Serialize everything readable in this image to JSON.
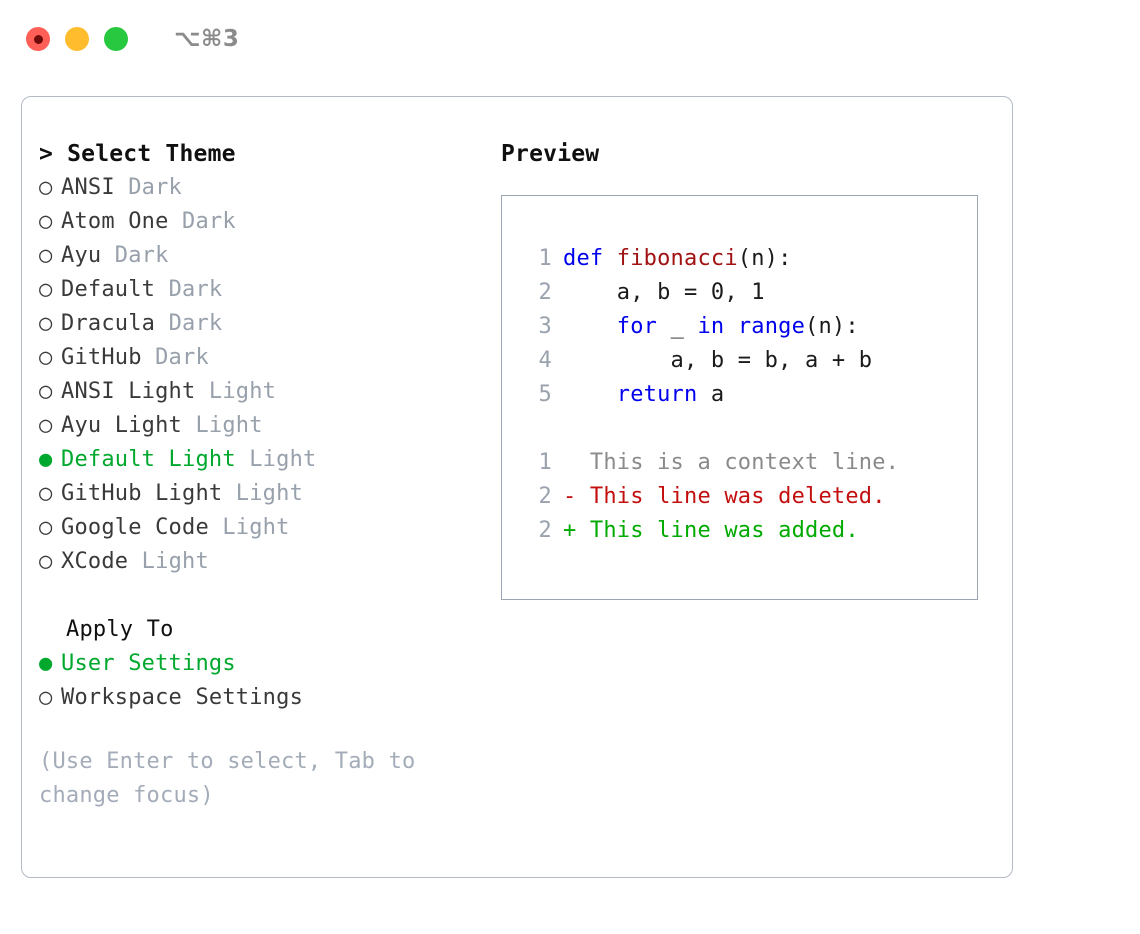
{
  "titlebar": {
    "shortcut": "⌥⌘3",
    "buttons": [
      {
        "name": "close",
        "color": "#ff5f57"
      },
      {
        "name": "minimize",
        "color": "#ffbd2e"
      },
      {
        "name": "maximize",
        "color": "#28c840"
      }
    ]
  },
  "theme_picker": {
    "header": "> Select Theme",
    "selected_marker": "●",
    "unselected_marker": "○",
    "items": [
      {
        "label": "ANSI",
        "meta": "Dark",
        "selected": false
      },
      {
        "label": "Atom One",
        "meta": "Dark",
        "selected": false
      },
      {
        "label": "Ayu",
        "meta": "Dark",
        "selected": false
      },
      {
        "label": "Default",
        "meta": "Dark",
        "selected": false
      },
      {
        "label": "Dracula",
        "meta": "Dark",
        "selected": false
      },
      {
        "label": "GitHub",
        "meta": "Dark",
        "selected": false
      },
      {
        "label": "ANSI Light",
        "meta": "Light",
        "selected": false
      },
      {
        "label": "Ayu Light",
        "meta": "Light",
        "selected": false
      },
      {
        "label": "Default Light",
        "meta": "Light",
        "selected": true
      },
      {
        "label": "GitHub Light",
        "meta": "Light",
        "selected": false
      },
      {
        "label": "Google Code",
        "meta": "Light",
        "selected": false
      },
      {
        "label": "XCode",
        "meta": "Light",
        "selected": false
      }
    ]
  },
  "apply_to": {
    "header": "Apply To",
    "items": [
      {
        "label": "User Settings",
        "selected": true
      },
      {
        "label": "Workspace Settings",
        "selected": false
      }
    ]
  },
  "hint": "(Use Enter to select, Tab to change focus)",
  "preview": {
    "title": "Preview",
    "code_lines": [
      {
        "no": "1",
        "tokens": [
          {
            "t": "def ",
            "c": "kw"
          },
          {
            "t": "fibonacci",
            "c": "fn"
          },
          {
            "t": "(n):",
            "c": "pl"
          }
        ]
      },
      {
        "no": "2",
        "tokens": [
          {
            "t": "    a, b = 0, 1",
            "c": "pl"
          }
        ]
      },
      {
        "no": "3",
        "tokens": [
          {
            "t": "    ",
            "c": "pl"
          },
          {
            "t": "for",
            "c": "kw"
          },
          {
            "t": " _ ",
            "c": "pl"
          },
          {
            "t": "in",
            "c": "kw"
          },
          {
            "t": " ",
            "c": "pl"
          },
          {
            "t": "range",
            "c": "kw"
          },
          {
            "t": "(n):",
            "c": "pl"
          }
        ]
      },
      {
        "no": "4",
        "tokens": [
          {
            "t": "        a, b = b, a + b",
            "c": "pl"
          }
        ]
      },
      {
        "no": "5",
        "tokens": [
          {
            "t": "    ",
            "c": "pl"
          },
          {
            "t": "return",
            "c": "kw"
          },
          {
            "t": " a",
            "c": "pl"
          }
        ]
      }
    ],
    "diff_lines": [
      {
        "no": "1",
        "text": "  This is a context line.",
        "kind": "ctx"
      },
      {
        "no": "2",
        "text": "- This line was deleted.",
        "kind": "del"
      },
      {
        "no": "2",
        "text": "+ This line was added.",
        "kind": "add"
      }
    ]
  },
  "colors": {
    "accent_green": "#00a82d",
    "muted": "#97a0ab",
    "hint": "#a3acb8",
    "keyword": "#0000ee",
    "function": "#a11212",
    "diff_add": "#00aa00",
    "diff_del": "#c40f0f",
    "diff_ctx": "#8a8a8a",
    "border": "#b3bac4"
  }
}
